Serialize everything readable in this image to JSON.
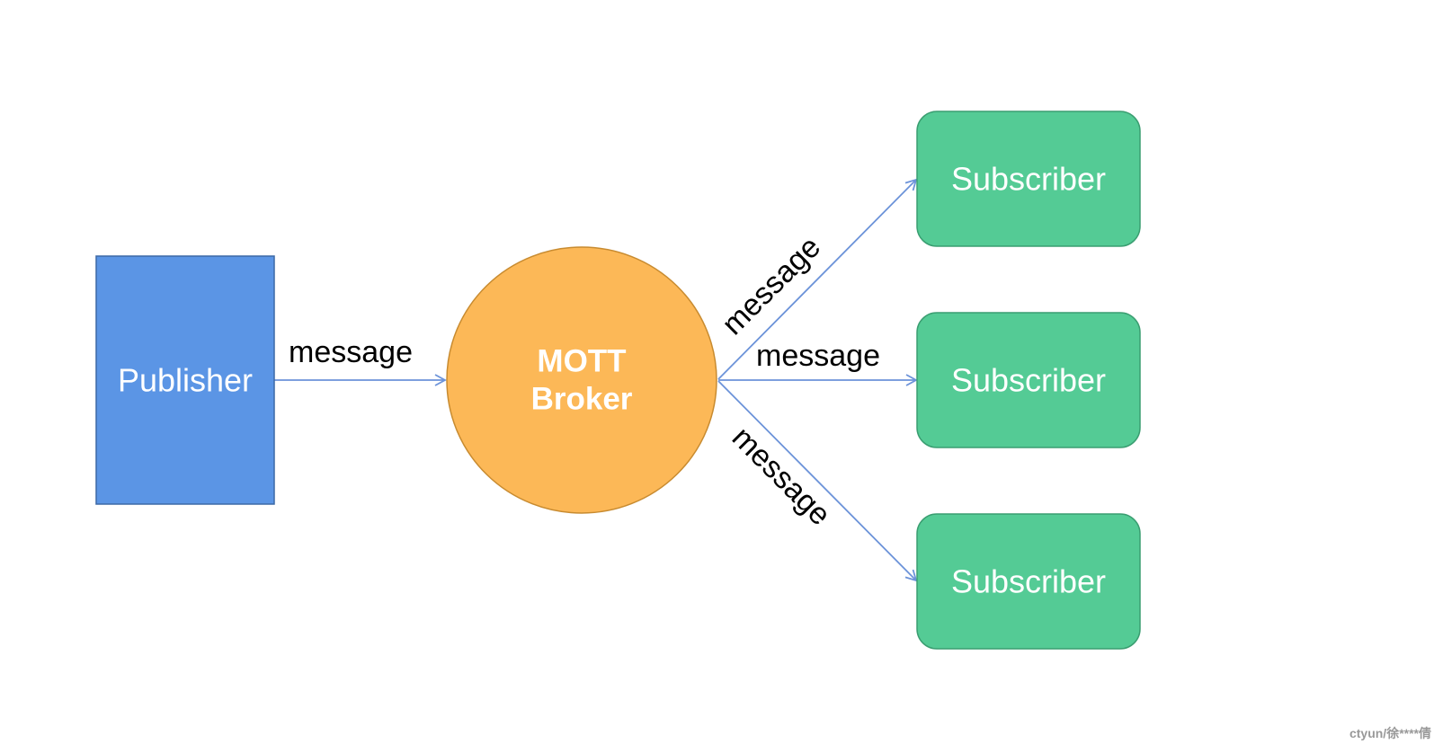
{
  "colors": {
    "publisher_fill": "#5b95e5",
    "publisher_stroke": "#3c68a6",
    "broker_fill": "#fcb857",
    "broker_stroke": "#c88b30",
    "subscriber_fill": "#54cb95",
    "subscriber_stroke": "#3a9e71",
    "arrow": "#6c93d9"
  },
  "nodes": {
    "publisher": {
      "label": "Publisher",
      "shape": "rectangle"
    },
    "broker": {
      "label_line1": "MOTT",
      "label_line2": "Broker",
      "shape": "circle"
    },
    "subscribers": [
      {
        "label": "Subscriber",
        "shape": "rounded-rectangle"
      },
      {
        "label": "Subscriber",
        "shape": "rounded-rectangle"
      },
      {
        "label": "Subscriber",
        "shape": "rounded-rectangle"
      }
    ]
  },
  "edges": [
    {
      "from": "Publisher",
      "to": "MOTT Broker",
      "label": "message"
    },
    {
      "from": "MOTT Broker",
      "to": "Subscriber 1",
      "label": "message"
    },
    {
      "from": "MOTT Broker",
      "to": "Subscriber 2",
      "label": "message"
    },
    {
      "from": "MOTT Broker",
      "to": "Subscriber 3",
      "label": "message"
    }
  ],
  "watermark": "ctyun/徐****倩"
}
